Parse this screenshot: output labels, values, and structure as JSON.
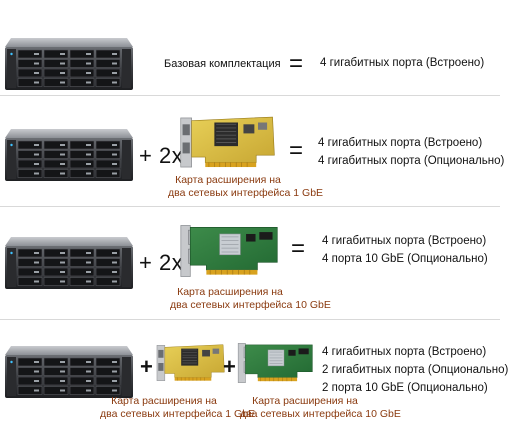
{
  "rows": [
    {
      "label": "Базовая комплектация",
      "results": [
        "4 гигабитных порта (Встроено)"
      ]
    },
    {
      "multiplier": "+ 2x",
      "caption": [
        "Карта расширения на",
        "два сетевых интерфейса 1 GbE"
      ],
      "results": [
        "4 гигабитных порта (Встроено)",
        "4 гигабитных порта (Опционально)"
      ]
    },
    {
      "multiplier": "+ 2x",
      "caption": [
        "Карта расширения на",
        "два сетевых интерфейса 10 GbE"
      ],
      "results": [
        "4 гигабитных порта (Встроено)",
        "4 порта 10 GbE (Опционально)"
      ]
    },
    {
      "plus1": "+",
      "plus2": "+",
      "caption_a": [
        "Карта расширения на",
        "два сетевых интерфейса 1 GbE"
      ],
      "caption_b": [
        "Карта расширения на",
        "два сетевых интерфейса 10 GbE"
      ],
      "results": [
        "4 гигабитных порта (Встроено)",
        "2 гигабитных порта (Опционально)",
        "2 порта 10 GbE (Опционально)"
      ]
    }
  ],
  "equals": "="
}
